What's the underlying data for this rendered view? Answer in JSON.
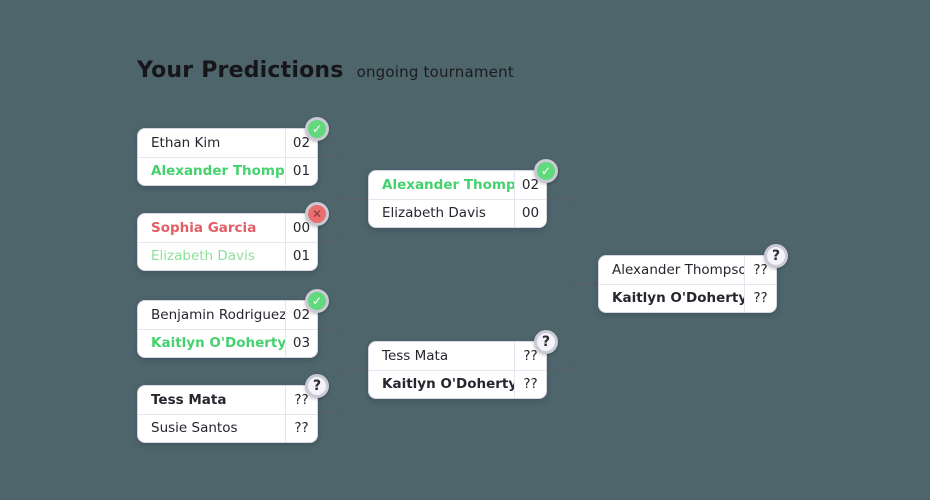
{
  "header": {
    "title": "Your Predictions",
    "subtitle": "ongoing tournament"
  },
  "colors": {
    "background": "#4d656b",
    "card_background": "#ffffff",
    "card_border": "#d8d6e3",
    "text": "#26262e",
    "correct_pick_green": "#45d16e",
    "actual_winner_light_green": "#8ce09a",
    "wrong_pick_red": "#e25e64",
    "connector_line": "#5a5d66",
    "badge_check_background": "#62d97c",
    "badge_cross_background": "#ea6e6e",
    "badge_question_background": "#f4f3f9"
  },
  "matches": [
    {
      "round": 1,
      "badge": "check",
      "badge_glyph": "✓",
      "players": [
        {
          "name": "Ethan Kim",
          "score": "02",
          "style": "normal"
        },
        {
          "name": "Alexander Thompson",
          "score": "01",
          "style": "green-bold"
        }
      ]
    },
    {
      "round": 1,
      "badge": "cross",
      "badge_glyph": "✕",
      "players": [
        {
          "name": "Sophia Garcia",
          "score": "00",
          "style": "red-bold"
        },
        {
          "name": "Elizabeth Davis",
          "score": "01",
          "style": "green-light"
        }
      ]
    },
    {
      "round": 1,
      "badge": "check",
      "badge_glyph": "✓",
      "players": [
        {
          "name": "Benjamin Rodriguez",
          "score": "02",
          "style": "normal"
        },
        {
          "name": "Kaitlyn O'Doherty",
          "score": "03",
          "style": "green-bold"
        }
      ]
    },
    {
      "round": 1,
      "badge": "question",
      "badge_glyph": "?",
      "players": [
        {
          "name": "Tess Mata",
          "score": "??",
          "style": "bold"
        },
        {
          "name": "Susie Santos",
          "score": "??",
          "style": "normal"
        }
      ]
    },
    {
      "round": 2,
      "badge": "check",
      "badge_glyph": "✓",
      "players": [
        {
          "name": "Alexander Thompson",
          "score": "02",
          "style": "green-bold"
        },
        {
          "name": "Elizabeth Davis",
          "score": "00",
          "style": "normal"
        }
      ]
    },
    {
      "round": 2,
      "badge": "question",
      "badge_glyph": "?",
      "players": [
        {
          "name": "Tess Mata",
          "score": "??",
          "style": "normal"
        },
        {
          "name": "Kaitlyn O'Doherty",
          "score": "??",
          "style": "bold"
        }
      ]
    },
    {
      "round": 3,
      "badge": "question",
      "badge_glyph": "?",
      "players": [
        {
          "name": "Alexander Thompson",
          "score": "??",
          "style": "normal"
        },
        {
          "name": "Kaitlyn O'Doherty",
          "score": "??",
          "style": "bold"
        }
      ]
    }
  ]
}
